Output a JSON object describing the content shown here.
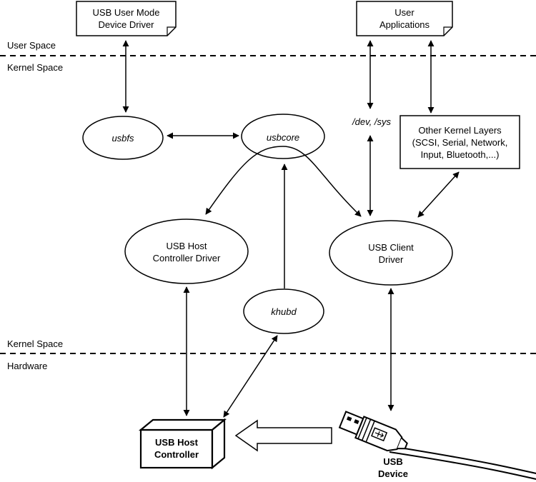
{
  "regions": {
    "user_space": "User Space",
    "kernel_space_top": "Kernel Space",
    "kernel_space_bottom": "Kernel Space",
    "hardware": "Hardware"
  },
  "nodes": {
    "usb_user_mode_driver": {
      "line1": "USB User Mode",
      "line2": "Device Driver"
    },
    "user_applications": {
      "line1": "User",
      "line2": "Applications"
    },
    "usbfs": "usbfs",
    "usbcore": "usbcore",
    "dev_sys": "/dev, /sys",
    "other_kernel_layers": {
      "line1": "Other Kernel Layers",
      "line2": "(SCSI, Serial, Network,",
      "line3": "Input, Bluetooth,...)"
    },
    "usb_host_controller_driver": {
      "line1": "USB Host",
      "line2": "Controller Driver"
    },
    "usb_client_driver": {
      "line1": "USB Client",
      "line2": "Driver"
    },
    "khubd": "khubd",
    "usb_host_controller": {
      "line1": "USB Host",
      "line2": "Controller"
    },
    "usb_device": {
      "line1": "USB",
      "line2": "Device"
    }
  }
}
